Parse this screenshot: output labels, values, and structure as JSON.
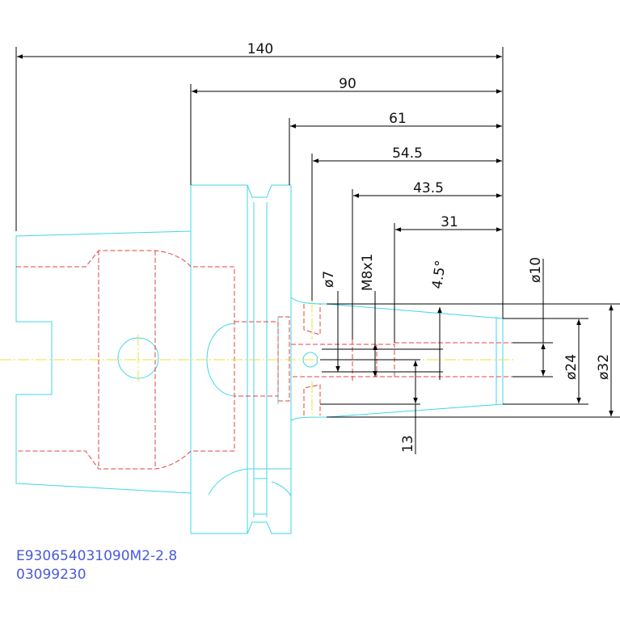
{
  "drawing": {
    "part_code": "E930654031090M2-2.8",
    "serial_number": "03099230",
    "colors": {
      "outline": "#3fd7e8",
      "hidden": "#e0443c",
      "centerline": "#e8e03a",
      "dimension": "#000000",
      "code_text": "#4a5bd6"
    },
    "dimensions": {
      "length_total": "140",
      "length_90": "90",
      "length_61": "61",
      "length_54_5": "54.5",
      "length_43_5": "43.5",
      "length_31": "31",
      "length_13": "13",
      "dia_7": "ø7",
      "thread": "M8x1",
      "taper_angle": "4.5°",
      "dia_10": "ø10",
      "dia_24": "ø24",
      "dia_32": "ø32"
    }
  }
}
